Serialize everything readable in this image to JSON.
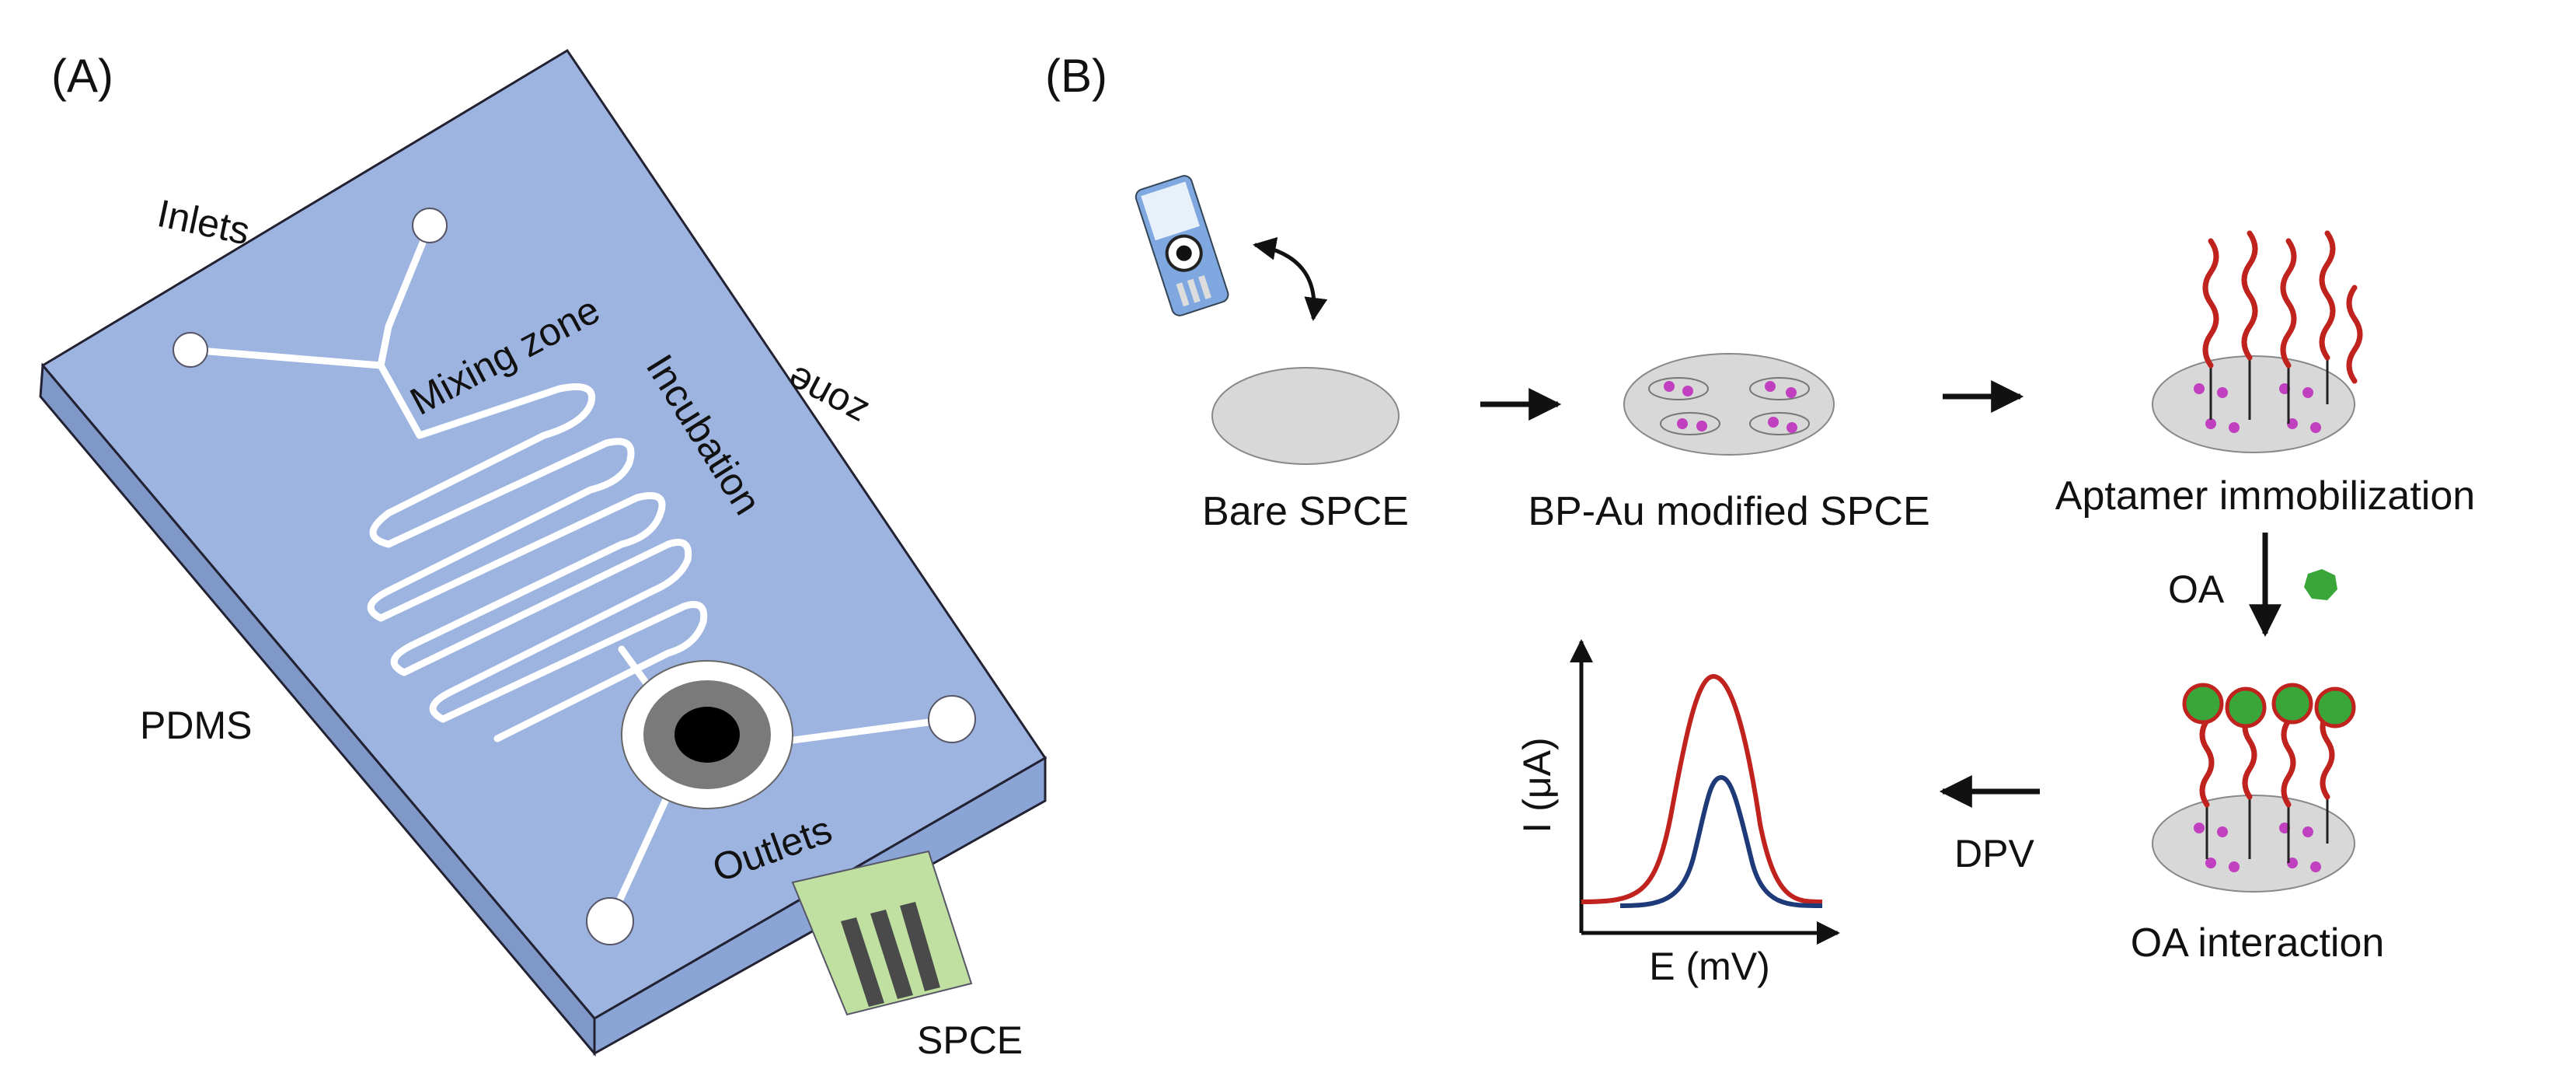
{
  "panel_a": {
    "letter": "(A)",
    "labels": {
      "inlets": "Inlets",
      "mixing_zone": "Mixing zone",
      "incubation_zone": [
        "Incubation",
        "zone"
      ],
      "pdms": "PDMS",
      "outlets": "Outlets",
      "spce": "SPCE"
    },
    "colors": {
      "chip_top": "#9db4e0",
      "chip_side": "#8aa4d6",
      "spce_strip": "#bfe0a0",
      "electrode": "#4a4a4a"
    }
  },
  "panel_b": {
    "letter": "(B)",
    "steps": {
      "bare": "Bare SPCE",
      "modified": "BP-Au modified SPCE",
      "immobilization": "Aptamer immobilization",
      "interaction": "OA interaction"
    },
    "arrow_labels": {
      "oa": "OA",
      "dpv": "DPV"
    },
    "graph": {
      "ylabel": "I (μA)",
      "xlabel": "E (mV)"
    },
    "colors": {
      "aptamer": "#c0221e",
      "target": "#3aa63a",
      "disc": "#d8d8d8",
      "particle": "#c040c0",
      "curve_high": "#c0221e",
      "curve_low": "#1f3a78"
    }
  }
}
